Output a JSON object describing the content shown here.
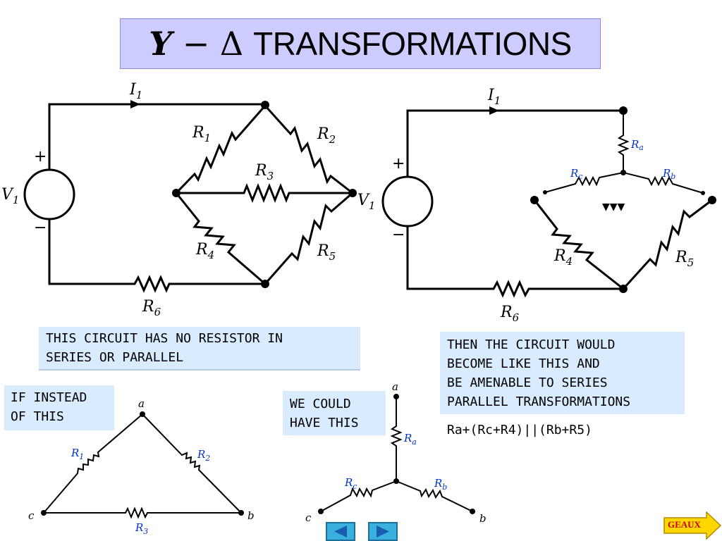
{
  "slide": {
    "title_symbol_y": "Y",
    "title_symbol_rest": " − Δ",
    "title_text": "TRANSFORMATIONS"
  },
  "notes": {
    "no_series_parallel": "THIS CIRCUIT HAS NO RESISTOR IN\nSERIES OR PARALLEL",
    "then_circuit": "THEN THE CIRCUIT WOULD\nBECOME LIKE THIS AND\nBE AMENABLE TO SERIES\nPARALLEL TRANSFORMATIONS",
    "if_instead": "IF INSTEAD\nOF THIS",
    "we_could": "WE COULD\nHAVE THIS",
    "formula": "Ra+(Rc+R4)||(Rb+R5)"
  },
  "circuit_left": {
    "current": "I",
    "current_sub": "1",
    "source": "V",
    "source_sub": "1",
    "node_voltage": "V",
    "node_voltage_sub": "1",
    "plus": "+",
    "minus": "−",
    "r1": "R",
    "r1_sub": "1",
    "r2": "R",
    "r2_sub": "2",
    "r3": "R",
    "r3_sub": "3",
    "r4": "R",
    "r4_sub": "4",
    "r5": "R",
    "r5_sub": "5",
    "r6": "R",
    "r6_sub": "6"
  },
  "circuit_right": {
    "current": "I",
    "current_sub": "1",
    "plus": "+",
    "minus": "−",
    "ra": "R",
    "ra_sub": "a",
    "rb": "R",
    "rb_sub": "b",
    "rc": "R",
    "rc_sub": "c",
    "r4": "R",
    "r4_sub": "4",
    "r5": "R",
    "r5_sub": "5",
    "r6": "R",
    "r6_sub": "6",
    "ellipsis": "▼▼▼"
  },
  "delta": {
    "node_a": "a",
    "node_b": "b",
    "node_c": "c",
    "r1": "R",
    "r1_sub": "1",
    "r2": "R",
    "r2_sub": "2",
    "r3": "R",
    "r3_sub": "3"
  },
  "wye": {
    "node_a": "a",
    "node_b": "b",
    "node_c": "c",
    "ra": "R",
    "ra_sub": "a",
    "rb": "R",
    "rb_sub": "b",
    "rc": "R",
    "rc_sub": "c"
  },
  "controls": {
    "geaux_label": "GEAUX",
    "back_icon": "triangle-left",
    "forward_icon": "triangle-right",
    "colors": {
      "nav_fill": "#3ab0dc",
      "nav_arrow": "#1a5cb0",
      "geaux_fill": "#ffd700",
      "geaux_text": "#cc0000",
      "title_bg": "#ccccff",
      "note_bg": "#d9ecff",
      "label_blue": "#0033cc"
    }
  }
}
